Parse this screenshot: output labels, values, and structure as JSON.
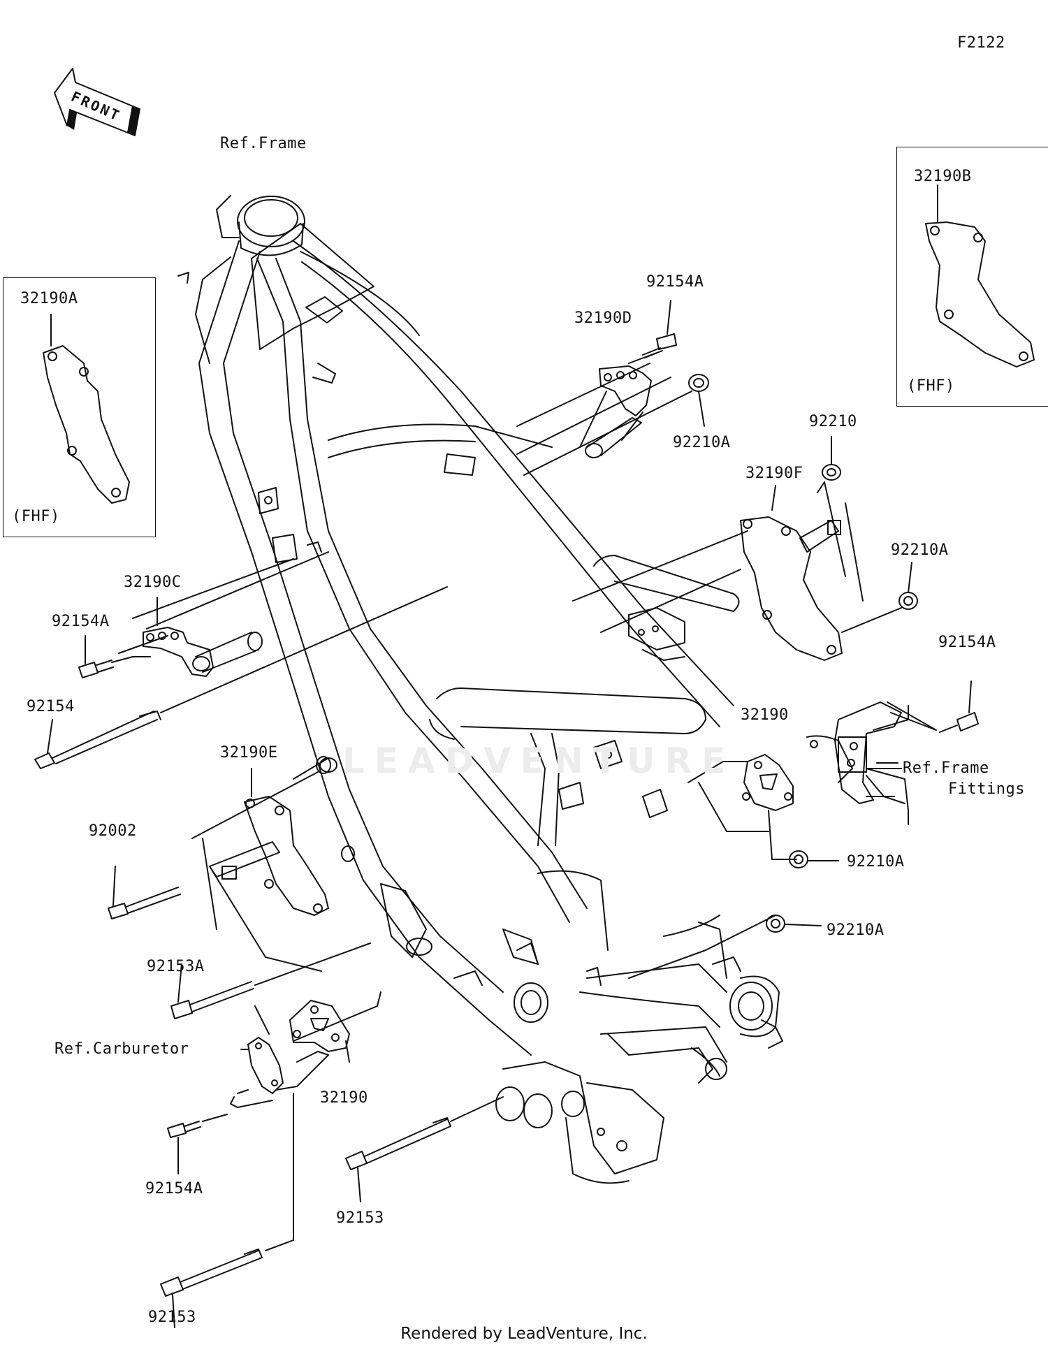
{
  "diagram_code": "F2122",
  "front_arrow_label": "FRONT",
  "watermark": "LEADVENTURE",
  "footer": "Rendered by LeadVenture, Inc.",
  "labels": {
    "ref_frame": "Ref.Frame",
    "p92154A_top": "92154A",
    "p32190D": "32190D",
    "p92210A_top": "92210A",
    "p92210": "92210",
    "p32190F": "32190F",
    "p92210A_right": "92210A",
    "p92154A_right": "92154A",
    "p32190_right": "32190",
    "ref_frame_fittings_1": "Ref.Frame",
    "ref_frame_fittings_2": "Fittings",
    "p92210A_mid": "92210A",
    "p92210A_low": "92210A",
    "p32190C": "32190C",
    "p92154A_left": "92154A",
    "p92154": "92154",
    "p32190E": "32190E",
    "p92002": "92002",
    "p92153A": "92153A",
    "ref_carburetor": "Ref.Carburetor",
    "p32190_bottom": "32190",
    "p92154A_bottom": "92154A",
    "p92153_mid": "92153",
    "p92153_bottom": "92153"
  },
  "inset_left": {
    "part": "32190A",
    "note": "(FHF)"
  },
  "inset_right": {
    "part": "32190B",
    "note": "(FHF)"
  }
}
